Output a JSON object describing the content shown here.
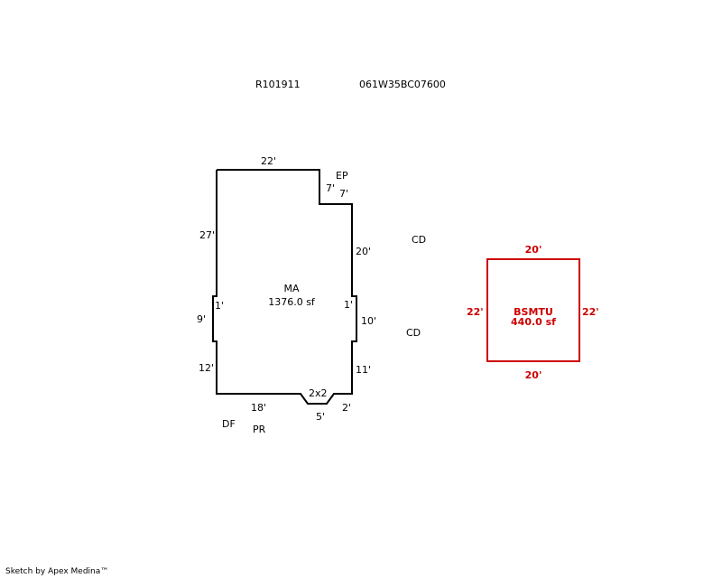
{
  "header": {
    "account": "R101911",
    "map_taxlot": "061W35BC07600"
  },
  "main_area": {
    "code": "MA",
    "area": "1376.0 sf",
    "dims": {
      "top": "22'",
      "ep_top": "7'",
      "ep_side": "7'",
      "right_upper": "20'",
      "right_jog": "1'",
      "right_mid": "10'",
      "right_lower": "11'",
      "bottom_right": "2'",
      "bottom_notch": "5'",
      "notch_label": "2x2",
      "bottom_left": "18'",
      "left_lower": "12'",
      "left_jog": "1'",
      "left_mid": "9'",
      "left_upper": "27'"
    }
  },
  "labels": {
    "ep": "EP",
    "cd_upper": "CD",
    "cd_lower": "CD",
    "df": "DF",
    "pr": "PR"
  },
  "basement": {
    "code": "BSMTU",
    "area": "440.0 sf",
    "top": "20'",
    "bottom": "20'",
    "left": "22'",
    "right": "22'",
    "color": "#cc0000"
  },
  "footer": {
    "credit": "Sketch by Apex Medina™"
  }
}
